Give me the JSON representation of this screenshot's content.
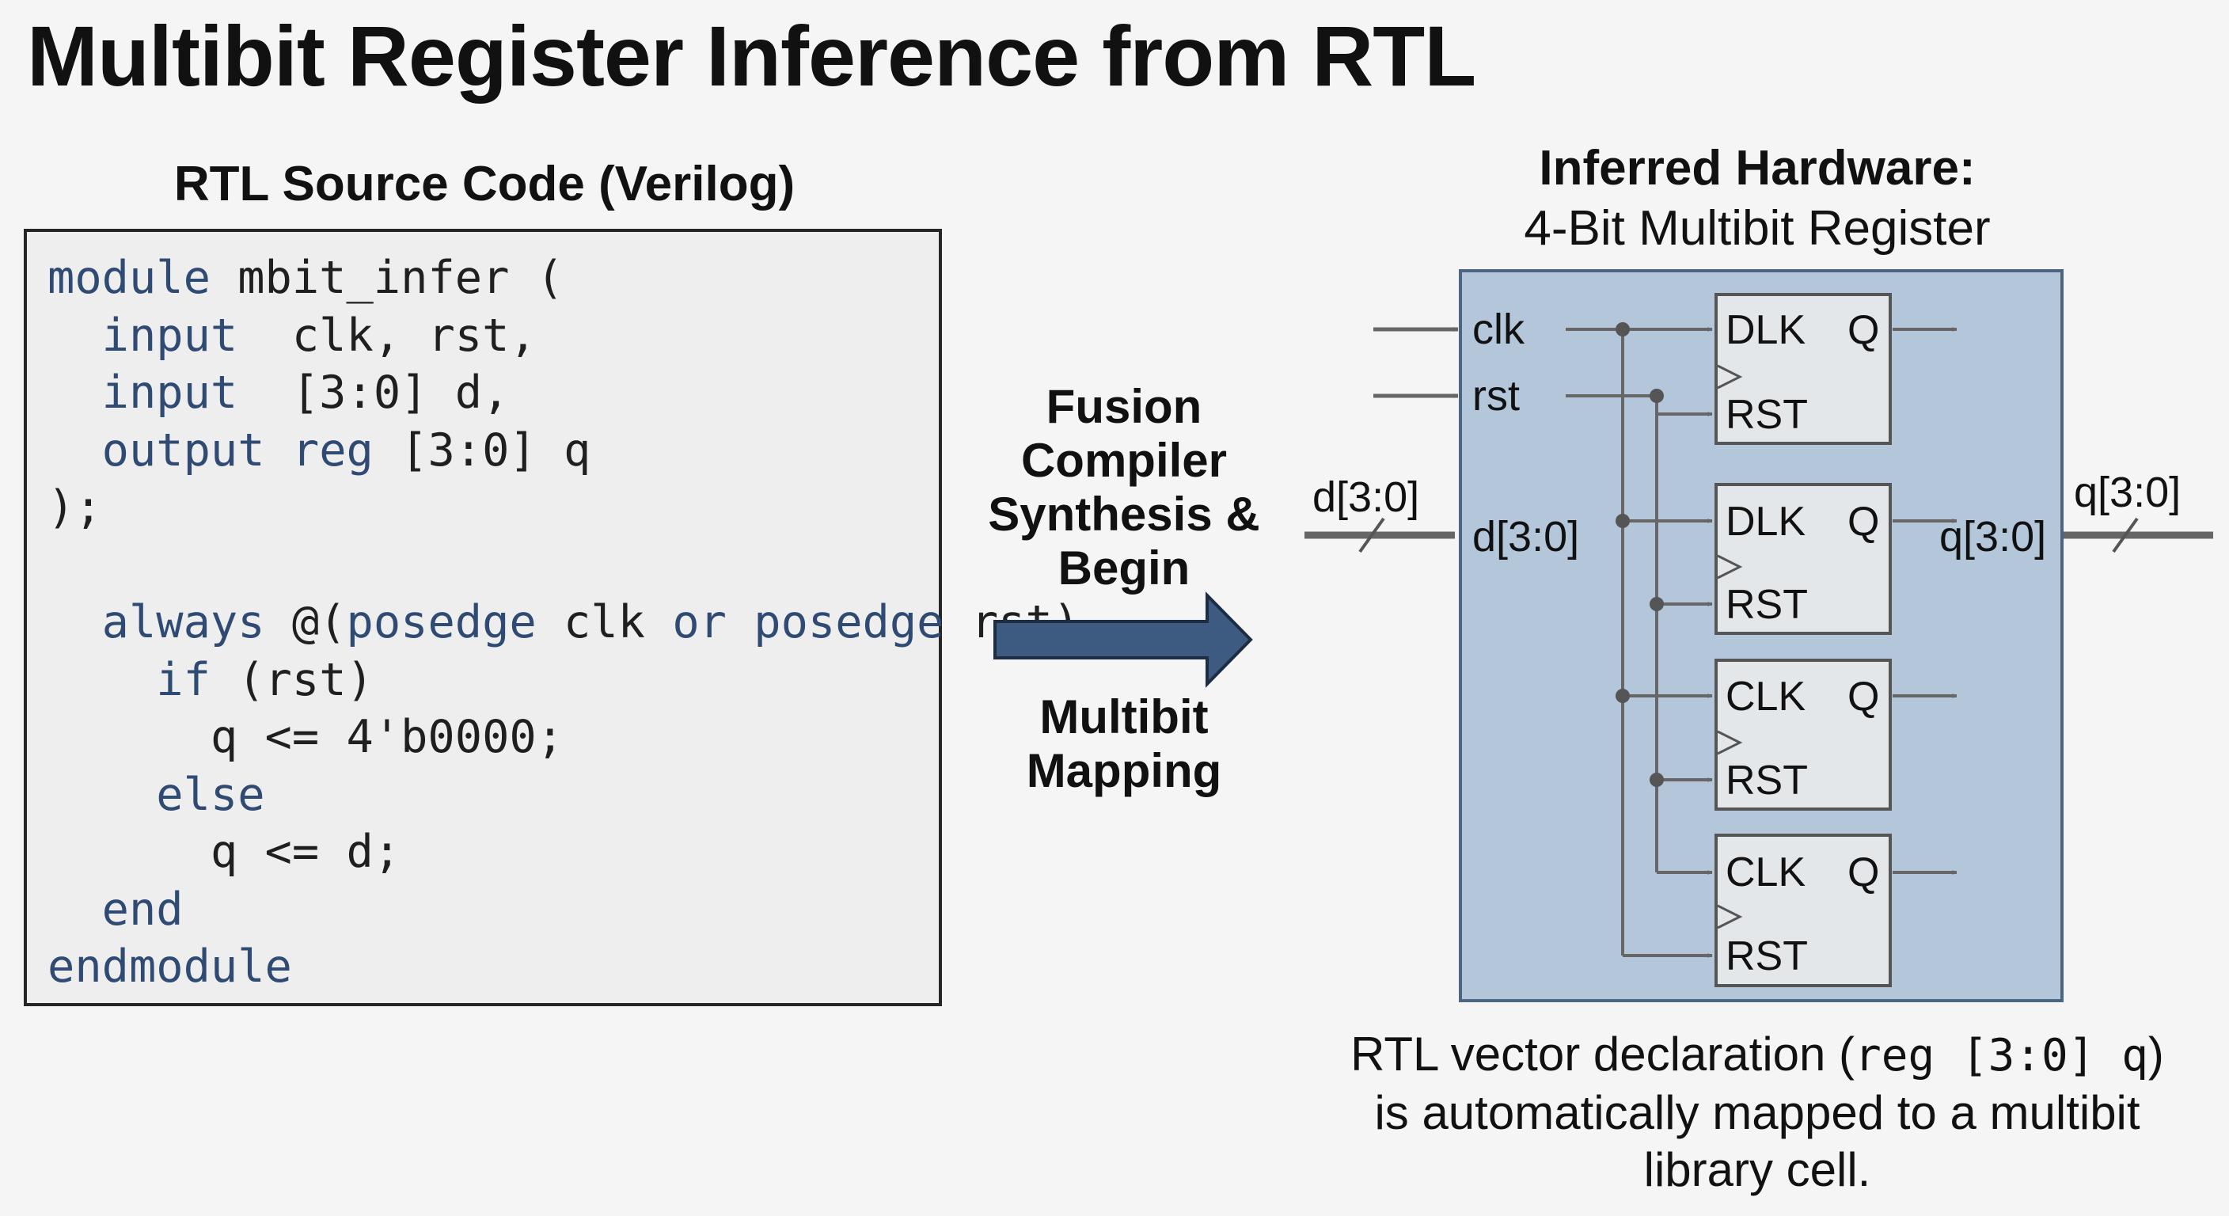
{
  "title": "Multibit Register Inference from RTL",
  "code_section": {
    "heading": "RTL Source Code (Verilog)",
    "lines": [
      [
        {
          "t": "module",
          "k": true
        },
        {
          "t": " mbit_infer (",
          "k": false
        }
      ],
      [
        {
          "t": "  ",
          "k": false
        },
        {
          "t": "input",
          "k": true
        },
        {
          "t": "  clk, rst,",
          "k": false
        }
      ],
      [
        {
          "t": "  ",
          "k": false
        },
        {
          "t": "input",
          "k": true
        },
        {
          "t": "  [3:0] d,",
          "k": false
        }
      ],
      [
        {
          "t": "  ",
          "k": false
        },
        {
          "t": "output",
          "k": true
        },
        {
          "t": " ",
          "k": false
        },
        {
          "t": "reg",
          "k": true
        },
        {
          "t": " [3:0] q",
          "k": false
        }
      ],
      [
        {
          "t": ");",
          "k": false
        }
      ],
      [],
      [
        {
          "t": "  ",
          "k": false
        },
        {
          "t": "always",
          "k": true
        },
        {
          "t": " @(",
          "k": false
        },
        {
          "t": "posedge",
          "k": true
        },
        {
          "t": " clk ",
          "k": false
        },
        {
          "t": "or",
          "k": true
        },
        {
          "t": " ",
          "k": false
        },
        {
          "t": "posedge",
          "k": true
        },
        {
          "t": " rst)",
          "k": false
        }
      ],
      [
        {
          "t": "    ",
          "k": false
        },
        {
          "t": "if",
          "k": true
        },
        {
          "t": " (rst)",
          "k": false
        }
      ],
      [
        {
          "t": "      q <= 4'b0000;",
          "k": false
        }
      ],
      [
        {
          "t": "    ",
          "k": false
        },
        {
          "t": "else",
          "k": true
        }
      ],
      [
        {
          "t": "      q <= d;",
          "k": false
        }
      ],
      [
        {
          "t": "  ",
          "k": false
        },
        {
          "t": "end",
          "k": true
        }
      ],
      [
        {
          "t": "endmodule",
          "k": true
        }
      ]
    ]
  },
  "process": {
    "step1_lines": [
      "Fusion",
      "Compiler",
      "Synthesis &",
      "Begin"
    ],
    "step2_lines": [
      "Multibit",
      "Mapping"
    ]
  },
  "hardware": {
    "heading": "Inferred Hardware:",
    "subheading": "4-Bit Multibit Register",
    "inputs": {
      "clk": "clk",
      "rst": "rst",
      "d_outer": "d[3:0]",
      "d_inner": "d[3:0]"
    },
    "outputs": {
      "q_outer": "q[3:0]",
      "q_inner": "q[3:0]"
    },
    "flops": [
      {
        "clock_label": "DLK",
        "q_label": "Q",
        "reset_label": "RST"
      },
      {
        "clock_label": "DLK",
        "q_label": "Q",
        "reset_label": "RST"
      },
      {
        "clock_label": "CLK",
        "q_label": "Q",
        "reset_label": "RST"
      },
      {
        "clock_label": "CLK",
        "q_label": "Q",
        "reset_label": "RST"
      }
    ]
  },
  "caption": {
    "prefix": "RTL vector declaration (",
    "code": "reg [3:0] q",
    "suffix": ")",
    "line2": "is automatically mapped to a multibit",
    "line3": "library cell."
  },
  "colors": {
    "code_keyword": "#2f4b73",
    "arrow_fill": "#3d5a80",
    "register_panel": "#b4c6d9",
    "flop_fill": "#e4e7ea",
    "wire": "#666666"
  }
}
